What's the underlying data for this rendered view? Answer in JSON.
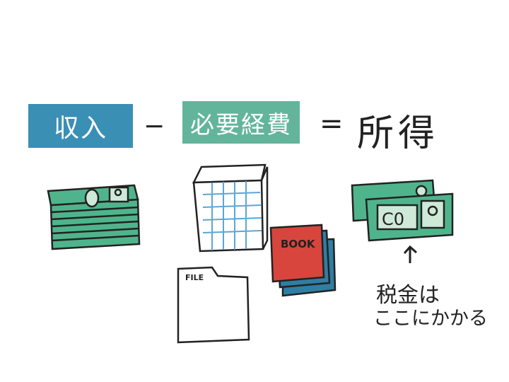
{
  "formula": {
    "income": "収入",
    "minus": "−",
    "expenses": "必要経費",
    "equals": "=",
    "result": "所得"
  },
  "illustrations": {
    "book_label": "BOOK",
    "file_label": "FILE",
    "bill_label": "C0"
  },
  "note": {
    "line1": "税金は",
    "line2": "ここにかかる"
  },
  "colors": {
    "income": "#3a8fb5",
    "expenses": "#62b59b",
    "money": "#4fb48c",
    "book_red": "#d8453c",
    "book_blue": "#2f7ea3"
  }
}
